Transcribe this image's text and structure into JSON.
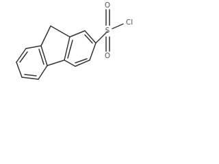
{
  "molecule": {
    "atoms": {
      "sulfur": "S",
      "oxygen_top": "O",
      "oxygen_bottom": "O",
      "chlorine": "Cl"
    },
    "colors": {
      "bond": "#333333",
      "label": "#555555",
      "background": "#ffffff"
    }
  }
}
